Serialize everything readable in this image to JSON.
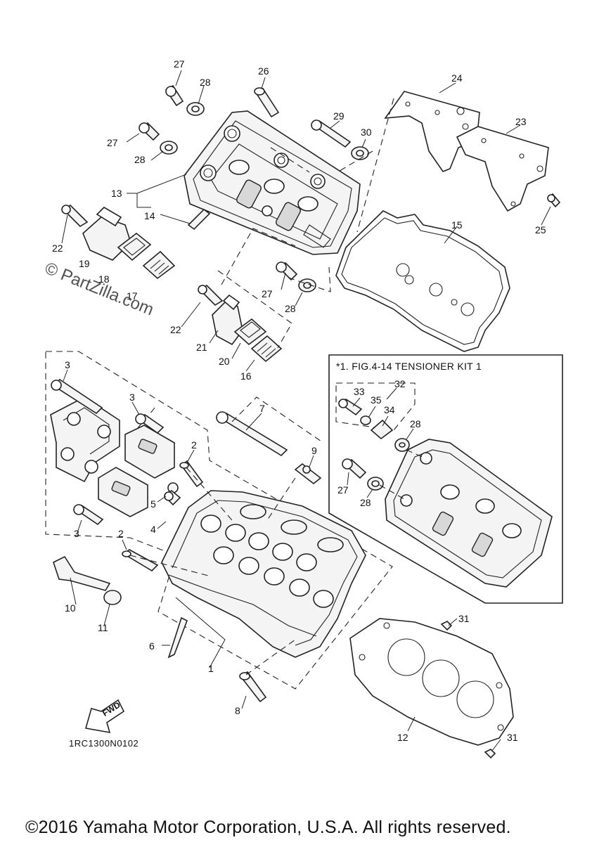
{
  "diagram": {
    "callouts": {
      "c27a": "27",
      "c28a": "28",
      "c26": "26",
      "c24": "24",
      "c23": "23",
      "c29": "29",
      "c30": "30",
      "c27b": "27",
      "c28b": "28",
      "c13": "13",
      "c14": "14",
      "c22a": "22",
      "c19": "19",
      "c18": "18",
      "c17": "17",
      "c15": "15",
      "c25": "25",
      "c27c": "27",
      "c28c": "28",
      "c22b": "22",
      "c21": "21",
      "c20": "20",
      "c16": "16",
      "c3a": "3",
      "c3b": "3",
      "c7": "7",
      "c2a": "2",
      "c9": "9",
      "c5": "5",
      "c4": "4",
      "c3c": "3",
      "c2b": "2",
      "c10": "10",
      "c11": "11",
      "c6": "6",
      "c1": "1",
      "c8": "8",
      "c31a": "31",
      "c12": "12",
      "c31b": "31",
      "k32": "32",
      "k33": "33",
      "k35": "35",
      "k34": "34",
      "k28a": "28",
      "k27": "27",
      "k28b": "28"
    },
    "kit_title": "*1. FIG.4-14 TENSIONER KIT 1",
    "fwd_label": "FWD",
    "diagram_code": "1RC1300N0102",
    "watermark": "© PartZilla.com",
    "copyright": "©2016 Yamaha Motor Corporation, U.S.A. All rights reserved."
  }
}
